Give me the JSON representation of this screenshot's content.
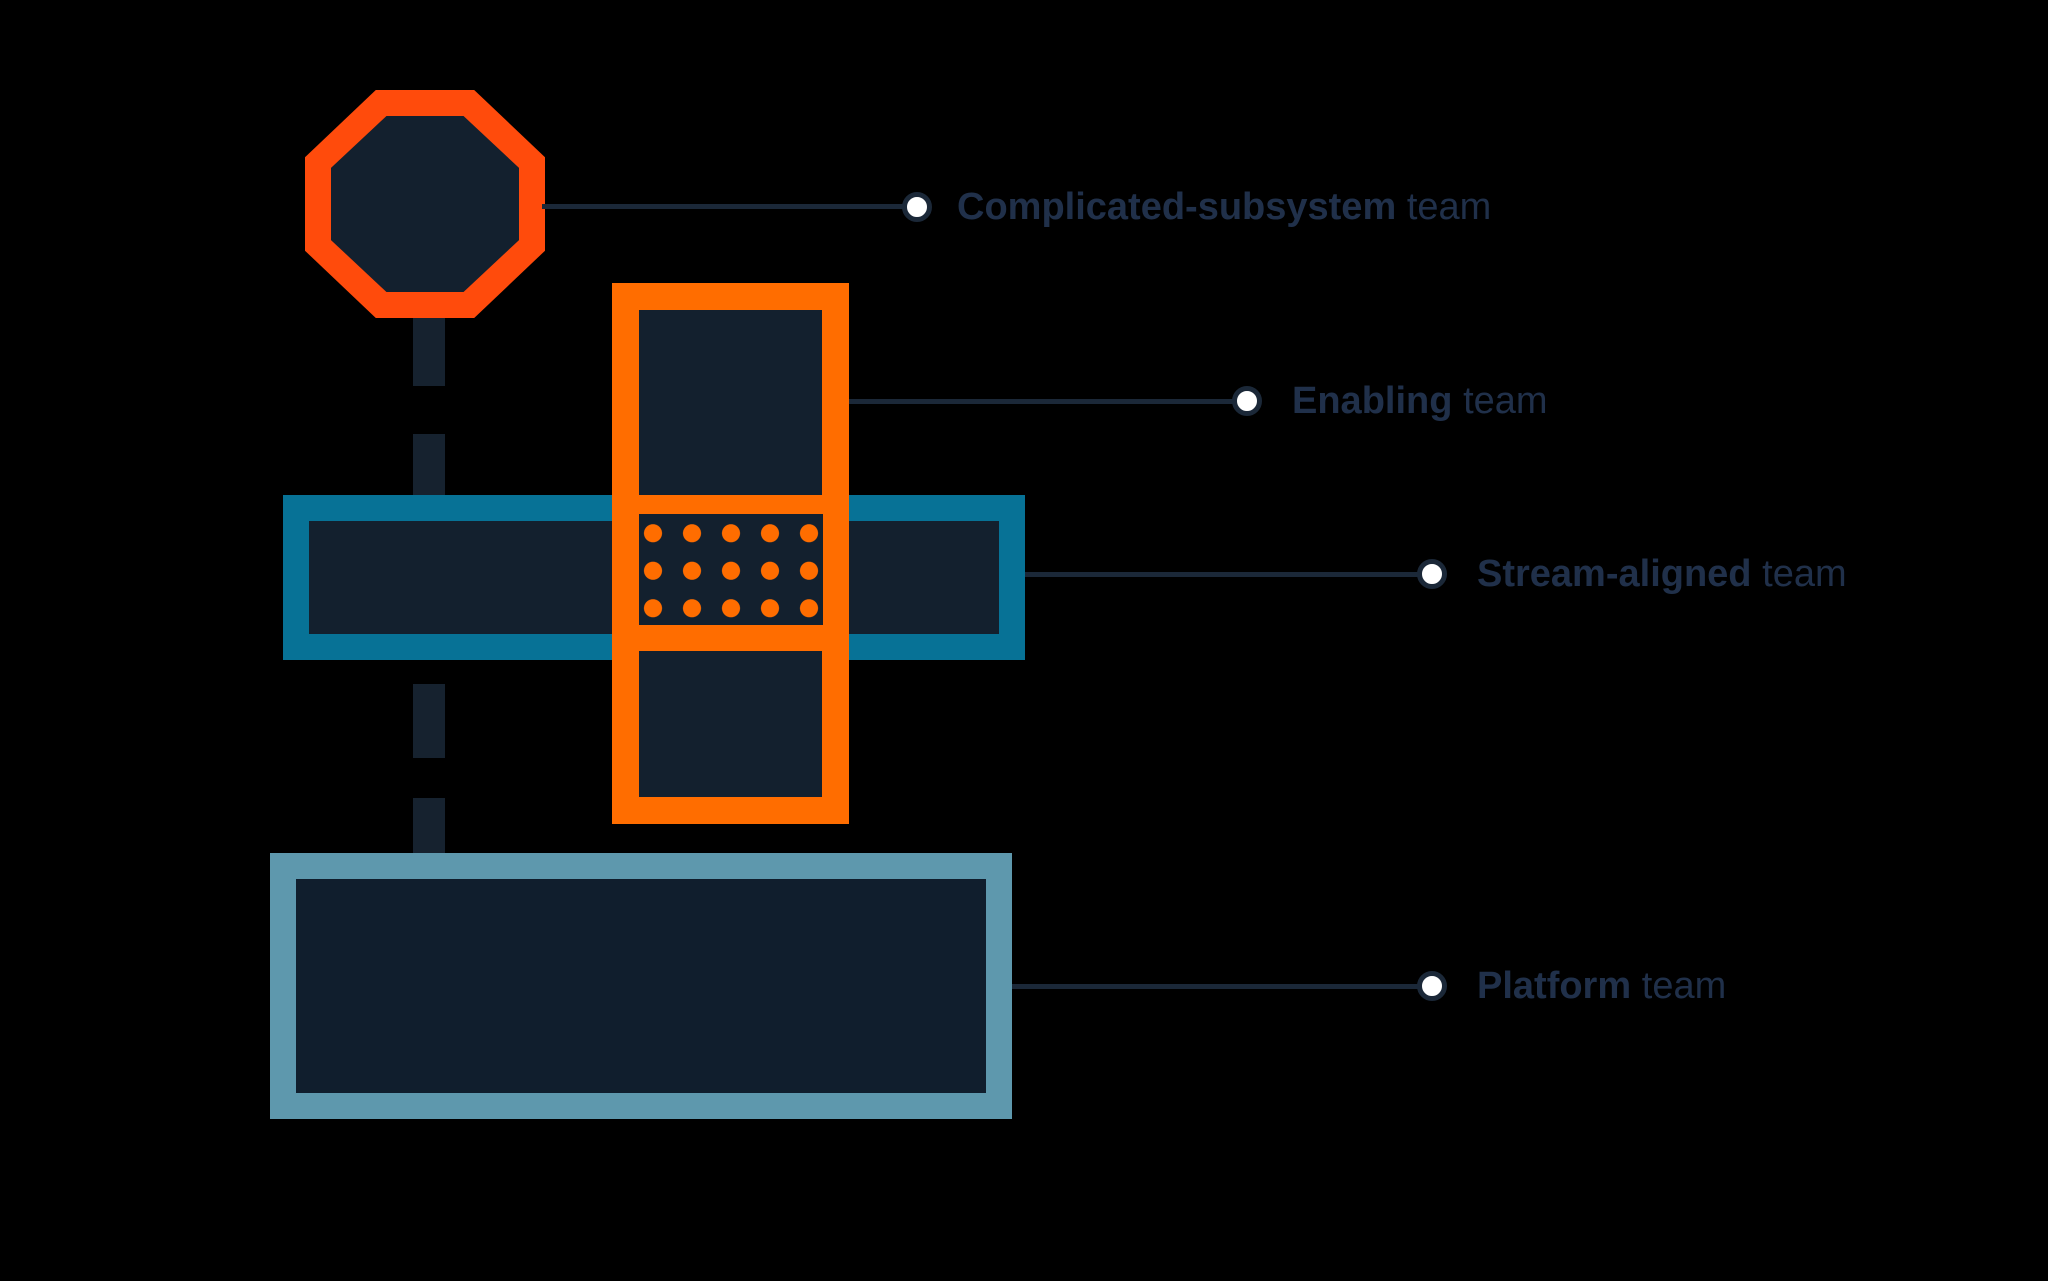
{
  "diagram": {
    "type": "team-topologies-legend",
    "teams": [
      {
        "id": "complicated-subsystem",
        "label_bold": "Complicated-subsystem",
        "label_rest": "team",
        "shape": "octagon",
        "color": "#FF4B0C"
      },
      {
        "id": "enabling",
        "label_bold": "Enabling",
        "label_rest": "team",
        "shape": "vertical-rectangle",
        "color": "#FF6D00"
      },
      {
        "id": "stream-aligned",
        "label_bold": "Stream-aligned",
        "label_rest": "team",
        "shape": "horizontal-rectangle",
        "color": "#077296"
      },
      {
        "id": "platform",
        "label_bold": "Platform",
        "label_rest": "team",
        "shape": "horizontal-rectangle",
        "color": "#5E98AD"
      }
    ],
    "overlap": {
      "pattern": "orange-polka-dots",
      "dot_color": "#FF6D00",
      "rows": 3,
      "columns": 5
    },
    "colors": {
      "background": "#000000",
      "shape_fill": "#13202E",
      "connector": "#1B2838",
      "label_text": "#20304A",
      "bullet_fill": "#FFFFFF"
    }
  }
}
